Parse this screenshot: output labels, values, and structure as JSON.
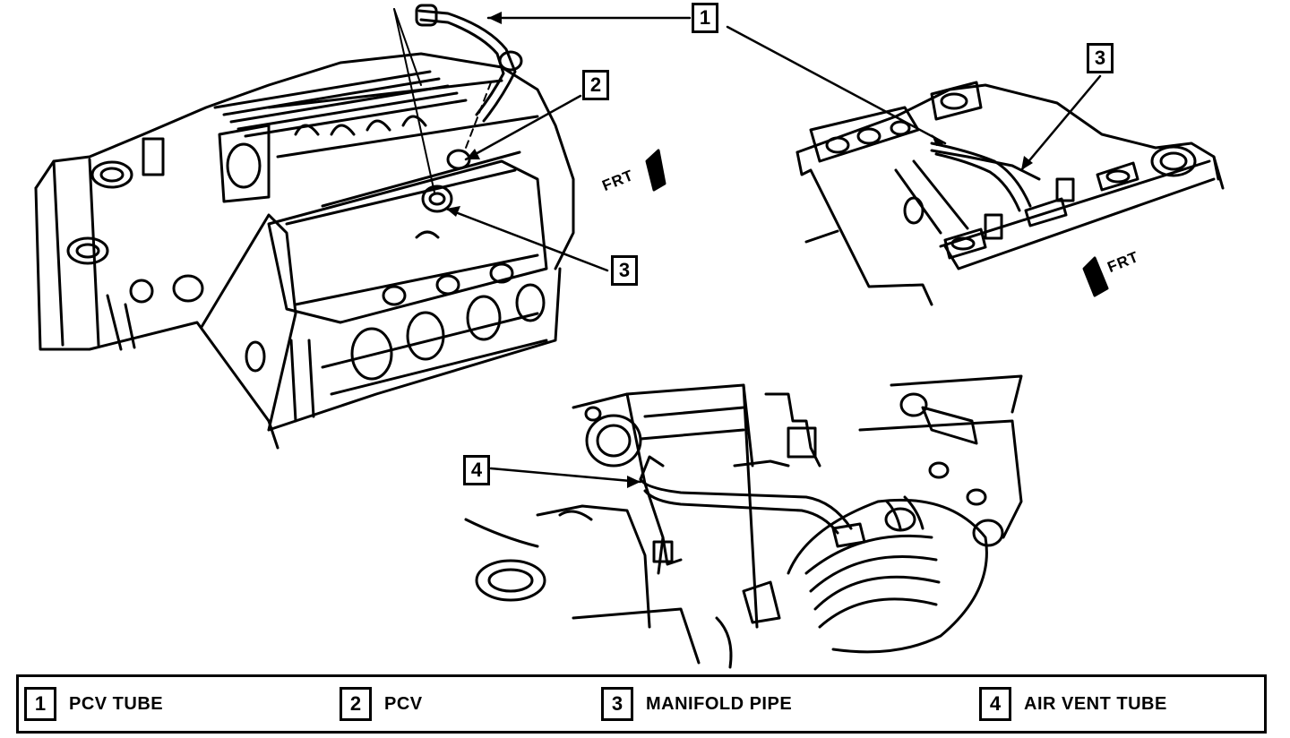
{
  "callouts": [
    {
      "id": "1",
      "label": "1"
    },
    {
      "id": "2",
      "label": "2"
    },
    {
      "id": "3a",
      "label": "3"
    },
    {
      "id": "3b",
      "label": "3"
    },
    {
      "id": "4",
      "label": "4"
    }
  ],
  "frt_labels": [
    "FRT",
    "FRT"
  ],
  "legend": [
    {
      "number": "1",
      "label": "PCV TUBE"
    },
    {
      "number": "2",
      "label": "PCV"
    },
    {
      "number": "3",
      "label": "MANIFOLD PIPE"
    },
    {
      "number": "4",
      "label": "AIR VENT TUBE"
    }
  ],
  "colors": {
    "ink": "#000000",
    "paper": "#ffffff"
  }
}
